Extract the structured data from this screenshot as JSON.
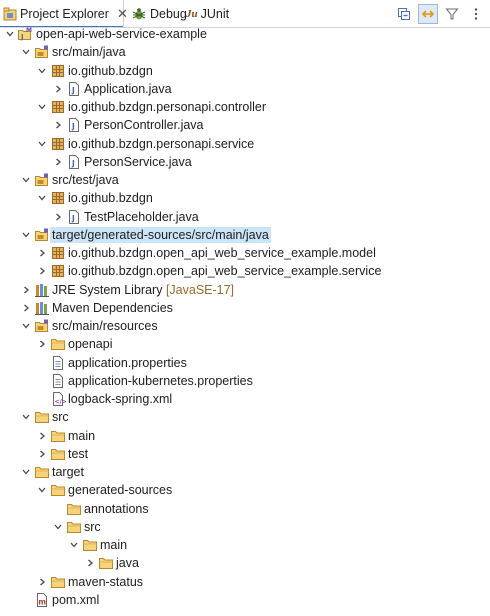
{
  "tabs": [
    {
      "label": "Project Explorer",
      "close": "✕",
      "icon": "project-explorer-icon"
    },
    {
      "label": "Debug",
      "icon": "debug-icon"
    },
    {
      "label": "JUnit",
      "icon_text": "Ju",
      "icon": "junit-icon"
    }
  ],
  "toolbar": [
    "collapse-all-icon",
    "link-with-editor-icon",
    "filter-icon",
    "view-menu-icon"
  ],
  "tree": [
    {
      "label": "open-api-web-service-example",
      "icon": "project-icon",
      "expanded": true
    },
    {
      "label": "src/main/java",
      "icon": "source-folder-icon",
      "expanded": true
    },
    {
      "label": "io.github.bzdgn",
      "icon": "package-icon",
      "expanded": true
    },
    {
      "label": "Application.java",
      "icon": "java-file-icon",
      "expanded": false
    },
    {
      "label": "io.github.bzdgn.personapi.controller",
      "icon": "package-icon",
      "expanded": true
    },
    {
      "label": "PersonController.java",
      "icon": "java-file-icon",
      "expanded": false
    },
    {
      "label": "io.github.bzdgn.personapi.service",
      "icon": "package-icon",
      "expanded": true
    },
    {
      "label": "PersonService.java",
      "icon": "java-file-icon",
      "expanded": false
    },
    {
      "label": "src/test/java",
      "icon": "source-folder-icon",
      "expanded": true
    },
    {
      "label": "io.github.bzdgn",
      "icon": "package-icon",
      "expanded": true
    },
    {
      "label": "TestPlaceholder.java",
      "icon": "java-file-icon",
      "expanded": false
    },
    {
      "label": "target/generated-sources/src/main/java",
      "icon": "source-folder-icon",
      "expanded": true,
      "selected": true
    },
    {
      "label": "io.github.bzdgn.open_api_web_service_example.model",
      "icon": "package-icon",
      "expanded": false
    },
    {
      "label": "io.github.bzdgn.open_api_web_service_example.service",
      "icon": "package-icon",
      "expanded": false
    },
    {
      "label": "JRE System Library",
      "decoration": "[JavaSE-17]",
      "icon": "library-icon",
      "expanded": false
    },
    {
      "label": "Maven Dependencies",
      "icon": "library-icon",
      "expanded": false
    },
    {
      "label": "src/main/resources",
      "icon": "source-folder-icon",
      "expanded": true
    },
    {
      "label": "openapi",
      "icon": "folder-icon",
      "expanded": false
    },
    {
      "label": "application.properties",
      "icon": "properties-file-icon"
    },
    {
      "label": "application-kubernetes.properties",
      "icon": "properties-file-icon"
    },
    {
      "label": "logback-spring.xml",
      "icon": "xml-file-icon"
    },
    {
      "label": "src",
      "icon": "folder-icon",
      "expanded": true
    },
    {
      "label": "main",
      "icon": "folder-icon",
      "expanded": false
    },
    {
      "label": "test",
      "icon": "folder-icon",
      "expanded": false
    },
    {
      "label": "target",
      "icon": "folder-icon",
      "expanded": true
    },
    {
      "label": "generated-sources",
      "icon": "folder-icon",
      "expanded": true
    },
    {
      "label": "annotations",
      "icon": "folder-icon"
    },
    {
      "label": "src",
      "icon": "folder-icon",
      "expanded": true
    },
    {
      "label": "main",
      "icon": "folder-icon",
      "expanded": true
    },
    {
      "label": "java",
      "icon": "folder-icon",
      "expanded": false
    },
    {
      "label": "maven-status",
      "icon": "folder-icon",
      "expanded": false
    },
    {
      "label": "pom.xml",
      "icon": "maven-pom-icon"
    }
  ]
}
